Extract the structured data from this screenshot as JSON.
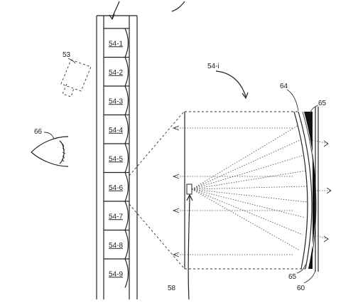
{
  "labels": {
    "ref_53": "53",
    "ref_54i": "54-i",
    "ref_64": "64",
    "ref_65_top": "65",
    "ref_65_bottom": "65",
    "ref_66": "66",
    "ref_58": "58",
    "ref_60": "60"
  },
  "cells": [
    "54-1",
    "54-2",
    "54-3",
    "54-4",
    "54-5",
    "54-6",
    "54-7",
    "54-8",
    "54-9"
  ],
  "colors": {
    "ink": "#222222",
    "dark_fill": "#111111",
    "background": "#ffffff"
  }
}
